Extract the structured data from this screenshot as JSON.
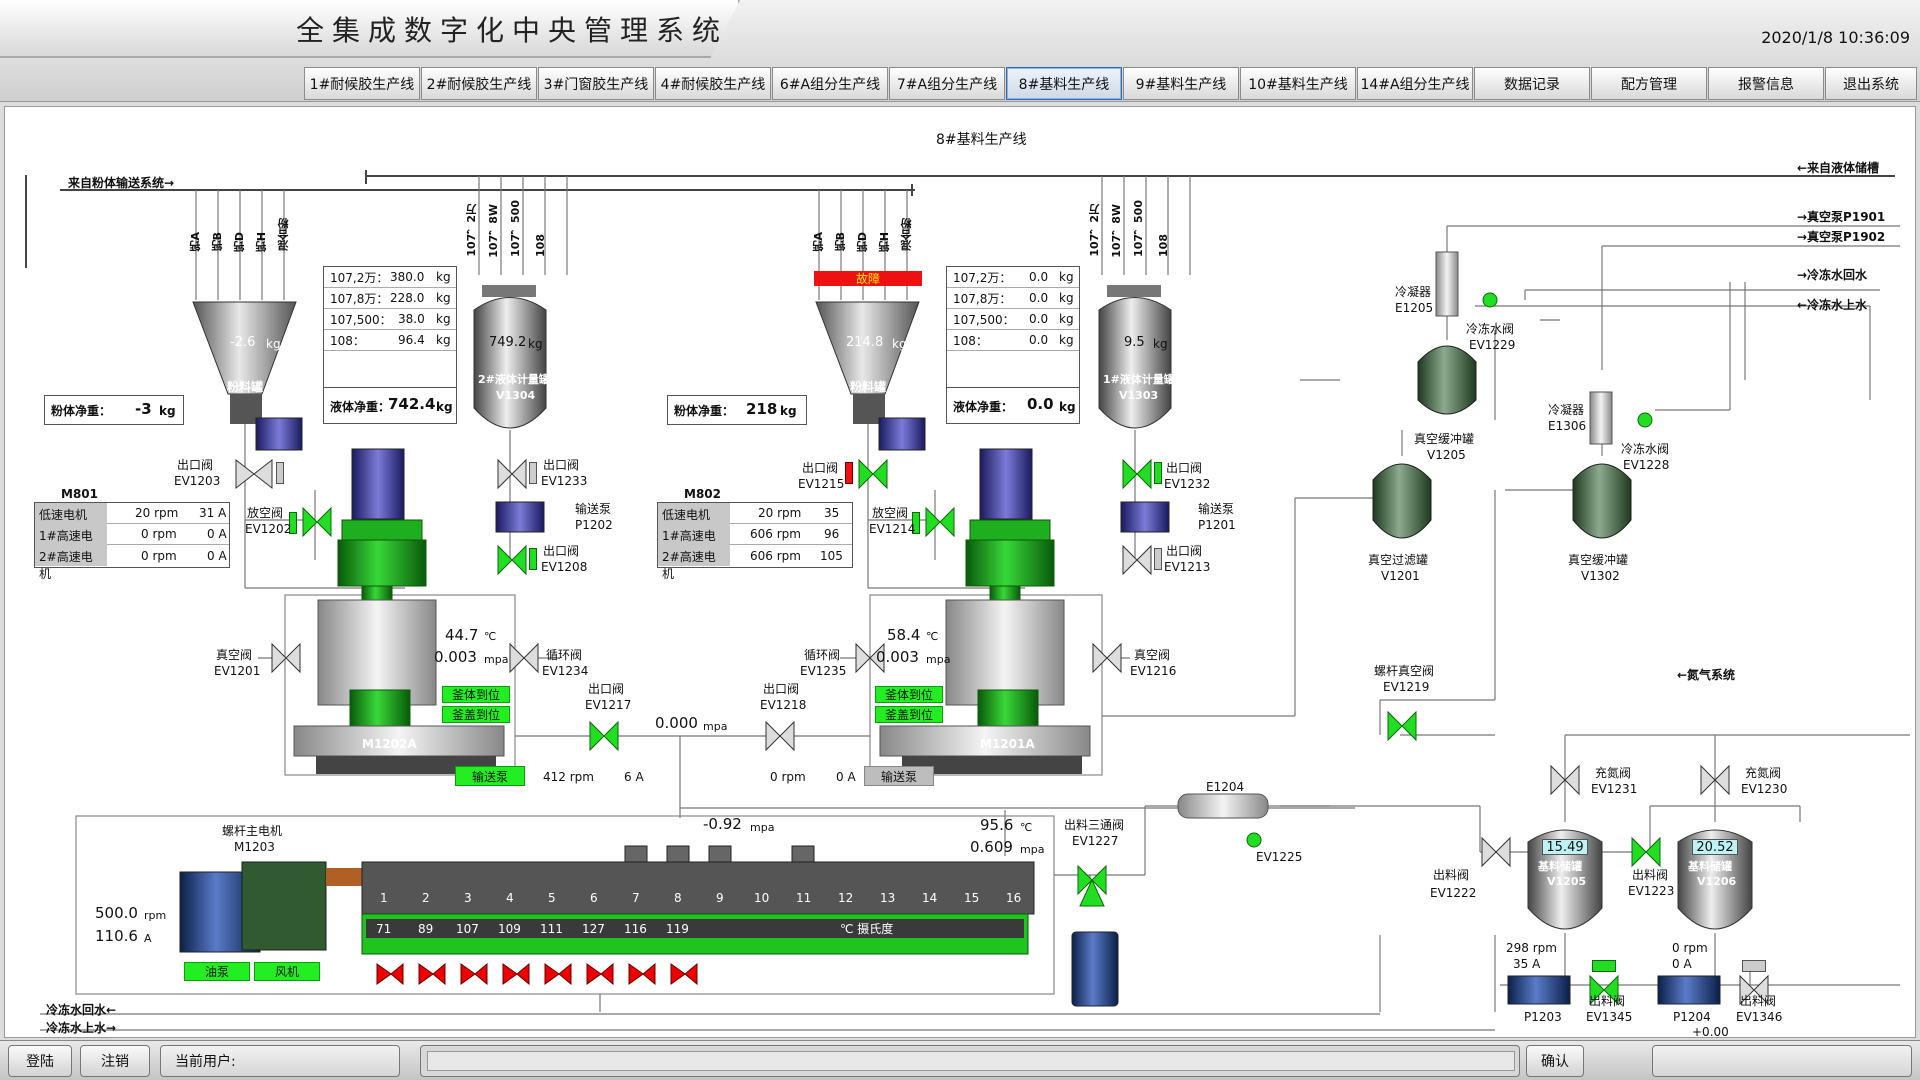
{
  "app": {
    "title": "全集成数字化中央管理系统",
    "datetime": "2020/1/8 10:36:09"
  },
  "nav": [
    {
      "label": "1#耐候胶生产线"
    },
    {
      "label": "2#耐候胶生产线"
    },
    {
      "label": "3#门窗胶生产线"
    },
    {
      "label": "4#耐候胶生产线"
    },
    {
      "label": "6#A组分生产线"
    },
    {
      "label": "7#A组分生产线"
    },
    {
      "label": "8#基料生产线",
      "active": true
    },
    {
      "label": "9#基料生产线"
    },
    {
      "label": "10#基料生产线"
    },
    {
      "label": "14#A组分生产线"
    },
    {
      "label": "数据记录"
    },
    {
      "label": "配方管理"
    },
    {
      "label": "报警信息"
    },
    {
      "label": "退出系统"
    }
  ],
  "page": {
    "line_title": "8#基料生产线"
  },
  "pipes": {
    "powder_in": "来自粉体输送系统→",
    "liquid_in": "←来自液体储槽",
    "vac_p1901": "→真空泵P1901",
    "vac_p1902": "→真空泵P1902",
    "chill_return": "→冷冻水回水",
    "chill_supply": "←冷冻水上水",
    "nitrogen": "←氮气系统",
    "chill_return_bottom": "冷冻水回水←",
    "chill_supply_bottom": "冷冻水上水→"
  },
  "left": {
    "powder_feeds": [
      "钙A",
      "钙B",
      "钙D",
      "钙H",
      "混合粉"
    ],
    "liquid_feeds": [
      "107，2万",
      "107，8W",
      "107，500",
      "108"
    ],
    "hopper_value": "-2.6",
    "hopper_unit": "kg",
    "hopper_name": "粉料罐",
    "powder_net_label": "粉体净重：",
    "powder_net_value": "-3",
    "powder_net_unit": "kg",
    "liquid_table": [
      {
        "name": "107,2万：",
        "value": "380.0",
        "unit": "kg"
      },
      {
        "name": "107,8万：",
        "value": "228.0",
        "unit": "kg"
      },
      {
        "name": "107,500：",
        "value": "38.0",
        "unit": "kg"
      },
      {
        "name": "108：",
        "value": "96.4",
        "unit": "kg"
      }
    ],
    "liquid_net_label": "液体净重：",
    "liquid_net_value": "742.4",
    "liquid_net_unit": "kg",
    "tank_value": "749.2",
    "tank_unit": "kg",
    "tank_name": "2#液体计量罐",
    "tank_tag": "V1304",
    "motor_title": "M801",
    "motors": [
      {
        "name": "低速电机",
        "speed": "20 rpm",
        "current": "31 A"
      },
      {
        "name": "1#高速电机",
        "speed": "0 rpm",
        "current": "0 A"
      },
      {
        "name": "2#高速电机",
        "speed": "0 rpm",
        "current": "0 A"
      }
    ],
    "valves": {
      "ev1203": {
        "name": "出口阀",
        "tag": "EV1203"
      },
      "ev1202": {
        "name": "放空阀",
        "tag": "EV1202"
      },
      "ev1233": {
        "name": "出口阀",
        "tag": "EV1233"
      },
      "p1202": {
        "name": "输送泵",
        "tag": "P1202"
      },
      "ev1208": {
        "name": "出口阀",
        "tag": "EV1208"
      },
      "ev1201": {
        "name": "真空阀",
        "tag": "EV1201"
      },
      "ev1234": {
        "name": "循环阀",
        "tag": "EV1234"
      },
      "ev1217": {
        "name": "出口阀",
        "tag": "EV1217"
      }
    },
    "temp": "44.7",
    "temp_unit": "℃",
    "pressure": "0.003",
    "pressure_unit": "mpa",
    "status1": "釜体到位",
    "status2": "釜盖到位",
    "mixer_tag": "M1202A",
    "pump_btn": "输送泵",
    "pump_speed": "412 rpm",
    "pump_current": "6 A"
  },
  "center": {
    "pressure": "0.000",
    "pressure_unit": "mpa",
    "ev1218": {
      "name": "出口阀",
      "tag": "EV1218"
    }
  },
  "right": {
    "powder_feeds": [
      "钙A",
      "钙B",
      "钙D",
      "钙H",
      "混合粉"
    ],
    "liquid_feeds": [
      "107，2万",
      "107，8W",
      "107，500",
      "108"
    ],
    "fault": "故障",
    "hopper_value": "214.8",
    "hopper_unit": "kg",
    "hopper_name": "粉料罐",
    "powder_net_label": "粉体净重：",
    "powder_net_value": "218",
    "powder_net_unit": "kg",
    "liquid_table": [
      {
        "name": "107,2万：",
        "value": "0.0",
        "unit": "kg"
      },
      {
        "name": "107,8万：",
        "value": "0.0",
        "unit": "kg"
      },
      {
        "name": "107,500：",
        "value": "0.0",
        "unit": "kg"
      },
      {
        "name": "108：",
        "value": "0.0",
        "unit": "kg"
      }
    ],
    "liquid_net_label": "液体净重：",
    "liquid_net_value": "0.0",
    "liquid_net_unit": "kg",
    "tank_value": "9.5",
    "tank_unit": "kg",
    "tank_name": "1#液体计量罐",
    "tank_tag": "V1303",
    "motor_title": "M802",
    "motors": [
      {
        "name": "低速电机",
        "speed": "20 rpm",
        "current": "35"
      },
      {
        "name": "1#高速电机",
        "speed": "606 rpm",
        "current": "96"
      },
      {
        "name": "2#高速电机",
        "speed": "606 rpm",
        "current": "105"
      }
    ],
    "valves": {
      "ev1215": {
        "name": "出口阀",
        "tag": "EV1215"
      },
      "ev1214": {
        "name": "放空阀",
        "tag": "EV1214"
      },
      "ev1232": {
        "name": "出口阀",
        "tag": "EV1232"
      },
      "p1201": {
        "name": "输送泵",
        "tag": "P1201"
      },
      "ev1213": {
        "name": "出口阀",
        "tag": "EV1213"
      },
      "ev1216": {
        "name": "真空阀",
        "tag": "EV1216"
      },
      "ev1235": {
        "name": "循环阀",
        "tag": "EV1235"
      }
    },
    "temp": "58.4",
    "temp_unit": "℃",
    "pressure": "0.003",
    "pressure_unit": "mpa",
    "status1": "釜体到位",
    "status2": "釜盖到位",
    "mixer_tag": "M1201A",
    "pump_btn": "输送泵",
    "pump_speed": "0 rpm",
    "pump_current": "0 A"
  },
  "vacuum": {
    "e1205": {
      "name": "冷凝器",
      "tag": "E1205"
    },
    "ev1229": {
      "name": "冷冻水阀",
      "tag": "EV1229"
    },
    "v1205": {
      "name": "真空缓冲罐",
      "tag": "V1205"
    },
    "v1201": {
      "name": "真空过滤罐",
      "tag": "V1201"
    },
    "e1306": {
      "name": "冷凝器",
      "tag": "E1306"
    },
    "ev1228": {
      "name": "冷冻水阀",
      "tag": "EV1228"
    },
    "v1302": {
      "name": "真空缓冲罐",
      "tag": "V1302"
    },
    "ev1219": {
      "name": "螺杆真空阀",
      "tag": "EV1219"
    }
  },
  "extruder": {
    "motor_name": "螺杆主电机",
    "motor_tag": "M1203",
    "speed": "500.0",
    "speed_unit": "rpm",
    "current": "110.6",
    "current_unit": "A",
    "oil_pump": "油泵",
    "fan": "风机",
    "pressure": "-0.92",
    "pressure_unit": "mpa",
    "temp": "95.6",
    "temp_unit": "℃",
    "out_pressure": "0.609",
    "out_pressure_unit": "mpa",
    "zones": [
      "1",
      "2",
      "3",
      "4",
      "5",
      "6",
      "7",
      "8",
      "9",
      "10",
      "11",
      "12",
      "13",
      "14",
      "15",
      "16"
    ],
    "zone_temps": [
      "71",
      "89",
      "107",
      "109",
      "111",
      "127",
      "116",
      "119"
    ],
    "temp_label": "℃ 摄氏度",
    "ev1227": {
      "name": "出料三通阀",
      "tag": "EV1227"
    }
  },
  "outlet": {
    "e1204": "E1204",
    "ev1225": "EV1225",
    "ev1231": {
      "name": "充氮阀",
      "tag": "EV1231"
    },
    "ev1230": {
      "name": "充氮阀",
      "tag": "EV1230"
    },
    "ev1222": {
      "name": "出料阀",
      "tag": "EV1222"
    },
    "ev1223": {
      "name": "出料阀",
      "tag": "EV1223"
    },
    "v1205_level": "15.49",
    "v1205_name": "基料储罐",
    "v1205_tag": "V1205",
    "v1206_level": "20.52",
    "v1206_name": "基料储罐",
    "v1206_tag": "V1206",
    "p1203_speed": "298 rpm",
    "p1203_current": "35 A",
    "p1203_tag": "P1203",
    "p1204_speed": "0 rpm",
    "p1204_current": "0 A",
    "p1204_tag": "P1204",
    "ev1345": {
      "name": "出料阀",
      "tag": "EV1345"
    },
    "ev1346": {
      "name": "出料阀",
      "tag": "EV1346"
    },
    "bottom_value": "+0.00"
  },
  "footer": {
    "login": "登陆",
    "logout": "注销",
    "user_label": "当前用户:",
    "confirm": "确认"
  }
}
